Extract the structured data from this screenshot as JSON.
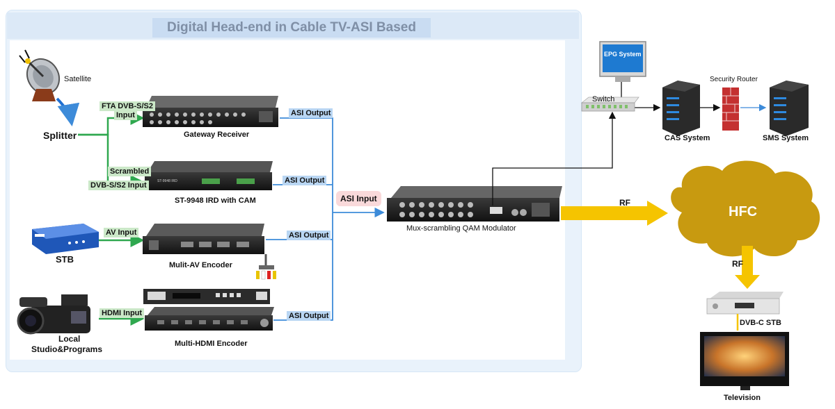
{
  "title": "Digital Head-end in Cable TV-ASI Based",
  "sources": {
    "satellite": "Satellite",
    "splitter": "Splitter",
    "stb": "STB",
    "studio_line1": "Local",
    "studio_line2": "Studio&Programs"
  },
  "inputs": {
    "fta_line1": "FTA DVB-S/S2",
    "fta_line2": "Input",
    "scrambled": "Scrambled",
    "dvbs_input": "DVB-S/S2 Input",
    "av_input": "AV Input",
    "hdmi_input": "HDMI Input"
  },
  "devices": {
    "gateway": "Gateway Receiver",
    "ird": "ST-9948 IRD with CAM",
    "av_encoder": "Mulit-AV Encoder",
    "hdmi_encoder": "Multi-HDMI Encoder",
    "modulator": "Mux-scrambling QAM Modulator",
    "ird_front": "ST-9948 IRD"
  },
  "outputs": {
    "asi_output": "ASI Output",
    "asi_input": "ASI Input"
  },
  "network": {
    "epg": "EPG System",
    "switch": "Switch",
    "security_router": "Security Router",
    "cas": "CAS System",
    "sms": "SMS System",
    "rf": "RF",
    "hfc": "HFC",
    "dvbc_stb": "DVB-C STB",
    "television": "Television"
  },
  "colors": {
    "green_line": "#2fa84f",
    "blue_line": "#3d8bd9",
    "yellow_arrow": "#f5c400",
    "cloud": "#c89a10",
    "firewall": "#c43030"
  }
}
